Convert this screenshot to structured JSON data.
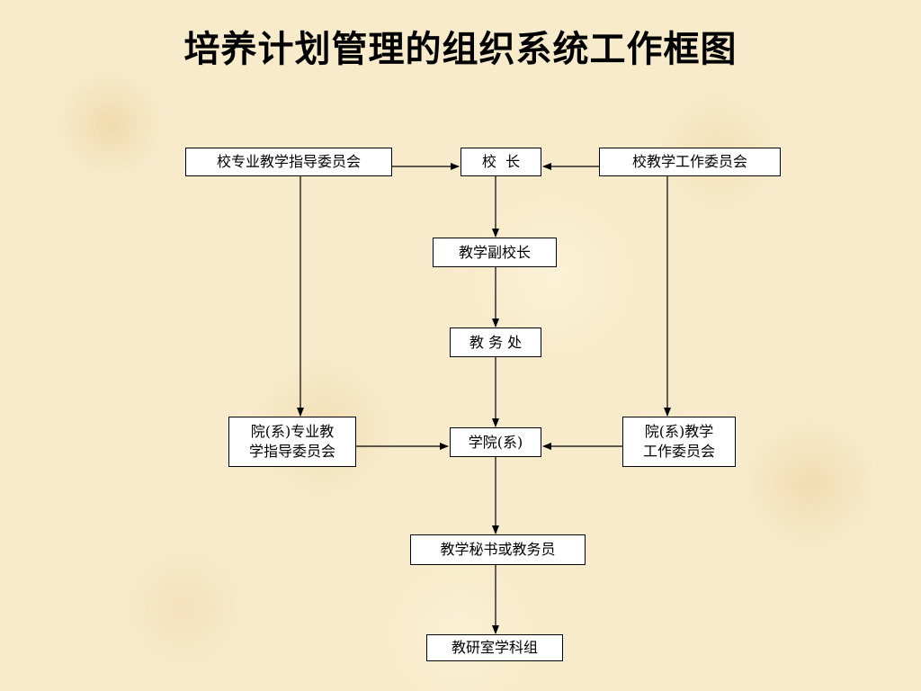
{
  "title": "培养计划管理的组织系统工作框图",
  "nodes": {
    "school_major_committee": "校专业教学指导委员会",
    "principal": "校  长",
    "school_teaching_committee": "校教学工作委员会",
    "vice_principal": "教学副校长",
    "academic_affairs": "教 务 处",
    "college_major_committee": "院(系)专业教\n学指导委员会",
    "college": "学院(系)",
    "college_teaching_committee": "院(系)教学\n工作委员会",
    "secretary": "教学秘书或教务员",
    "teaching_group": "教研室学科组"
  }
}
